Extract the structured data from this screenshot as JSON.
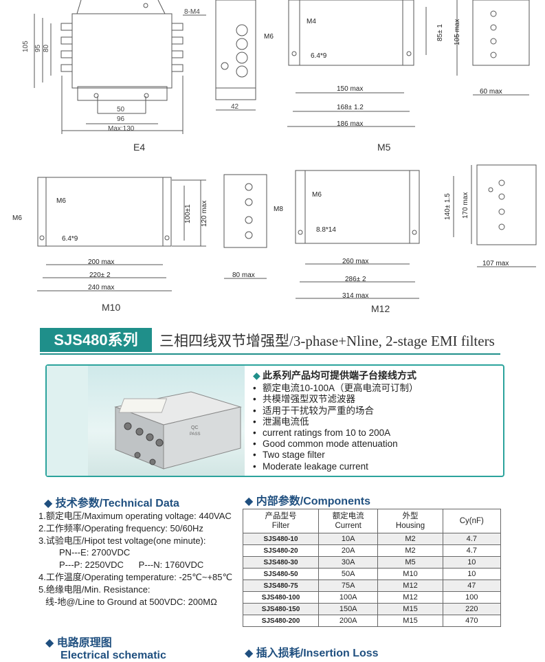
{
  "diagrams": {
    "e4": {
      "name": "E4",
      "dim_8m4": "8-M4",
      "dim_105": "105",
      "dim_95": "95",
      "dim_80": "80",
      "dim_50": "50",
      "dim_96": "96",
      "dim_max130": "Max:130",
      "dim_42": "42"
    },
    "m5": {
      "name": "M5",
      "dim_m4": "M4",
      "dim_m6": "M6",
      "dim_hole": "6.4*9",
      "dim_85": "85± 1",
      "dim_105max": "105 max",
      "dim_150": "150 max",
      "dim_168": "168± 1.2",
      "dim_186": "186 max",
      "dim_60": "60 max"
    },
    "m10": {
      "name": "M10",
      "dim_m6a": "M6",
      "dim_m6b": "M6",
      "dim_hole": "6.4*9",
      "dim_100": "100±1",
      "dim_120": "120 max",
      "dim_200": "200 max",
      "dim_220": "220± 2",
      "dim_240": "240 max",
      "dim_80": "80 max"
    },
    "m12": {
      "name": "M12",
      "dim_m8": "M8",
      "dim_m6": "M6",
      "dim_hole": "8.8*14",
      "dim_140": "140± 1.5",
      "dim_170": "170 max",
      "dim_260": "260 max",
      "dim_286": "286± 2",
      "dim_314": "314 max",
      "dim_107": "107 max"
    }
  },
  "banner": {
    "series": "SJS480系列",
    "title": "三相四线双节增强型/3-phase+Nline, 2-stage EMI filters"
  },
  "product_photo": {
    "label_qc": "QC",
    "label_pass": "PASS"
  },
  "features": [
    {
      "bullet": "◆",
      "text": "此系列产品均可提供端子台接线方式",
      "bold": true
    },
    {
      "bullet": "•",
      "text": "额定电流10-100A（更高电流可订制）"
    },
    {
      "bullet": "•",
      "text": "共模增强型双节滤波器"
    },
    {
      "bullet": "•",
      "text": "适用于干扰较为严重的场合"
    },
    {
      "bullet": "•",
      "text": "泄漏电流低"
    },
    {
      "bullet": "•",
      "text": "current ratings from 10 to 200A"
    },
    {
      "bullet": "•",
      "text": "Good common mode attenuation"
    },
    {
      "bullet": "•",
      "text": "Two stage filter"
    },
    {
      "bullet": "•",
      "text": "Moderate leakage current"
    }
  ],
  "tech": {
    "title": "技术参数/Technical Data",
    "lines": [
      "1.额定电压/Maximum operating voltage: 440VAC",
      "2.工作频率/Operating frequency: 50/60Hz",
      "3.试验电压/Hipot test voltage(one minute):",
      "PN---E: 2700VDC",
      "P---P: 2250VDC      P---N: 1760VDC",
      "4.工作温度/Operating temperature: -25℃~+85℃",
      "5.绝缘电阻/Min. Resistance:",
      "线-地@/Line to Ground at 500VDC: 200MΩ"
    ]
  },
  "components": {
    "title": "内部参数/Components",
    "headers": [
      {
        "cn": "产品型号",
        "en": "Filter"
      },
      {
        "cn": "额定电流",
        "en": "Current"
      },
      {
        "cn": "外型",
        "en": "Housing"
      },
      {
        "cn": "",
        "en": "Cy(nF)"
      }
    ],
    "rows": [
      [
        "SJS480-10",
        "10A",
        "M2",
        "4.7"
      ],
      [
        "SJS480-20",
        "20A",
        "M2",
        "4.7"
      ],
      [
        "SJS480-30",
        "30A",
        "M5",
        "10"
      ],
      [
        "SJS480-50",
        "50A",
        "M10",
        "10"
      ],
      [
        "SJS480-75",
        "75A",
        "M12",
        "47"
      ],
      [
        "SJS480-100",
        "100A",
        "M12",
        "100"
      ],
      [
        "SJS480-150",
        "150A",
        "M15",
        "220"
      ],
      [
        "SJS480-200",
        "200A",
        "M15",
        "470"
      ]
    ]
  },
  "schematic": {
    "title_cn": "电路原理图",
    "title_en": "Electrical schematic"
  },
  "insertion": {
    "title": "插入损耗/Insertion Loss"
  }
}
